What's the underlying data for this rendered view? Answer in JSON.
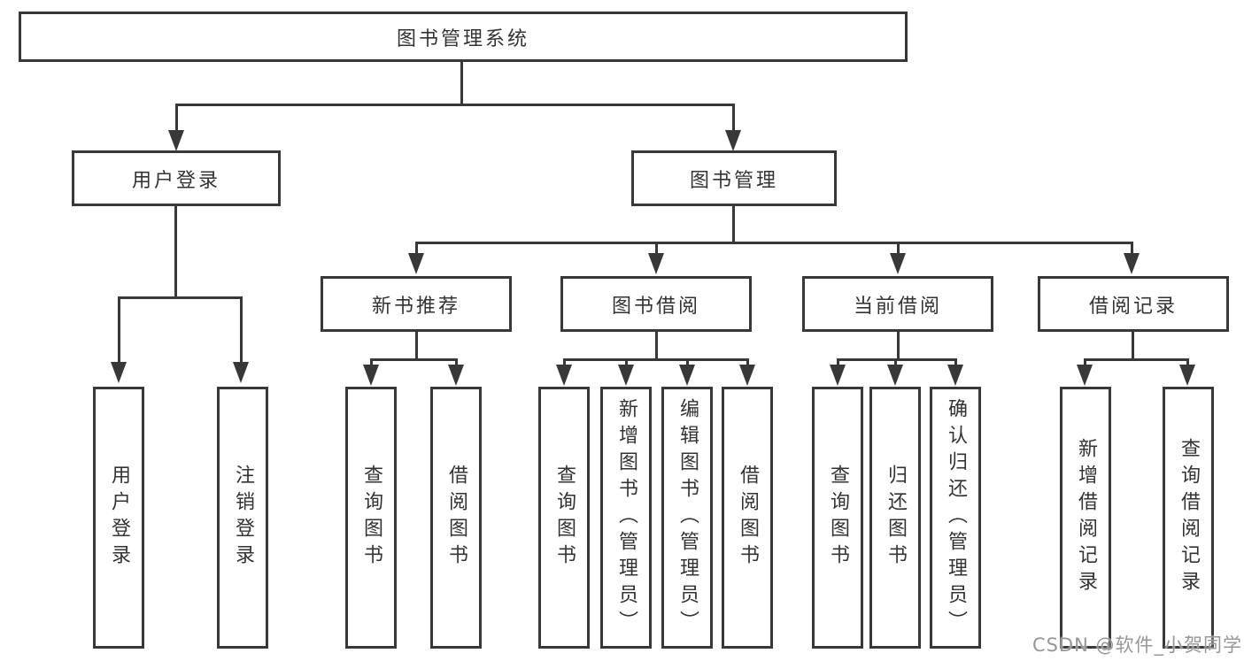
{
  "tree": {
    "root": {
      "label": "图书管理系统"
    },
    "branches": [
      {
        "label": "用户登录",
        "children": [
          {
            "label": "用户登录"
          },
          {
            "label": "注销登录"
          }
        ]
      },
      {
        "label": "图书管理",
        "children": [
          {
            "label": "新书推荐",
            "children": [
              {
                "label": "查询图书"
              },
              {
                "label": "借阅图书"
              }
            ]
          },
          {
            "label": "图书借阅",
            "children": [
              {
                "label": "查询图书"
              },
              {
                "label": "新增图书（管理员）"
              },
              {
                "label": "编辑图书（管理员）"
              },
              {
                "label": "借阅图书"
              }
            ]
          },
          {
            "label": "当前借阅",
            "children": [
              {
                "label": "查询图书"
              },
              {
                "label": "归还图书"
              },
              {
                "label": "确认归还（管理员）"
              }
            ]
          },
          {
            "label": "借阅记录",
            "children": [
              {
                "label": "新增借阅记录"
              },
              {
                "label": "查询借阅记录"
              }
            ]
          }
        ]
      }
    ]
  },
  "watermark": {
    "text": "CSDN @软件_小贺同学"
  },
  "colors": {
    "line": "#383838",
    "text": "#333333",
    "watermark": "#979797"
  }
}
